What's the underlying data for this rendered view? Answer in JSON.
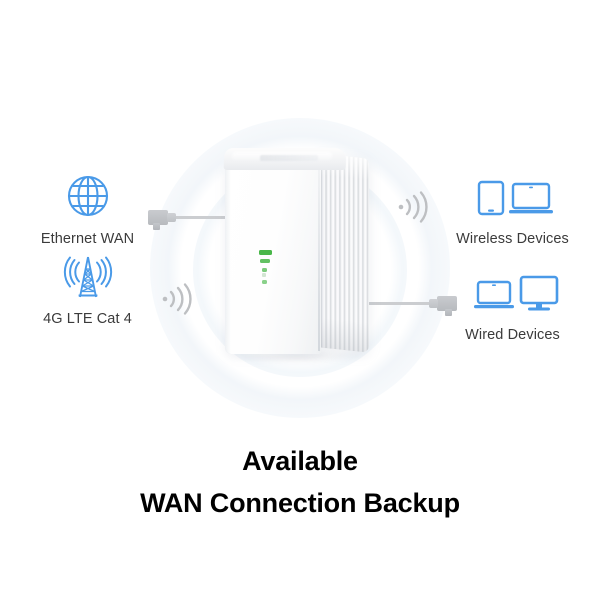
{
  "scene": {
    "type": "product-connectivity-diagram",
    "background_color": "#ffffff",
    "accent_color": "#4a9ae8",
    "text_color": "#3b3b3b",
    "caption_color": "#000000",
    "led_color": "#49b749",
    "cable_color": "#cbcdd0"
  },
  "device": {
    "name": "wifi-router",
    "description": "White vertical 4G LTE router with ridged side panel",
    "leds": [
      "signal-led-1",
      "signal-led-2",
      "signal-led-3",
      "signal-led-4"
    ]
  },
  "nodes": {
    "wan": {
      "label": "Ethernet WAN",
      "icon": "globe-icon",
      "link": "ethernet-cable"
    },
    "lte": {
      "label": "4G LTE Cat 4",
      "icon": "cell-tower-icon",
      "link": "wifi-signal"
    },
    "wireless_devices": {
      "label": "Wireless Devices",
      "icon": "tablet-laptop-icon",
      "link": "wifi-signal"
    },
    "wired_devices": {
      "label": "Wired Devices",
      "icon": "laptop-monitor-icon",
      "link": "ethernet-cable"
    }
  },
  "caption": {
    "line1": "Available",
    "line2": "WAN Connection Backup"
  }
}
